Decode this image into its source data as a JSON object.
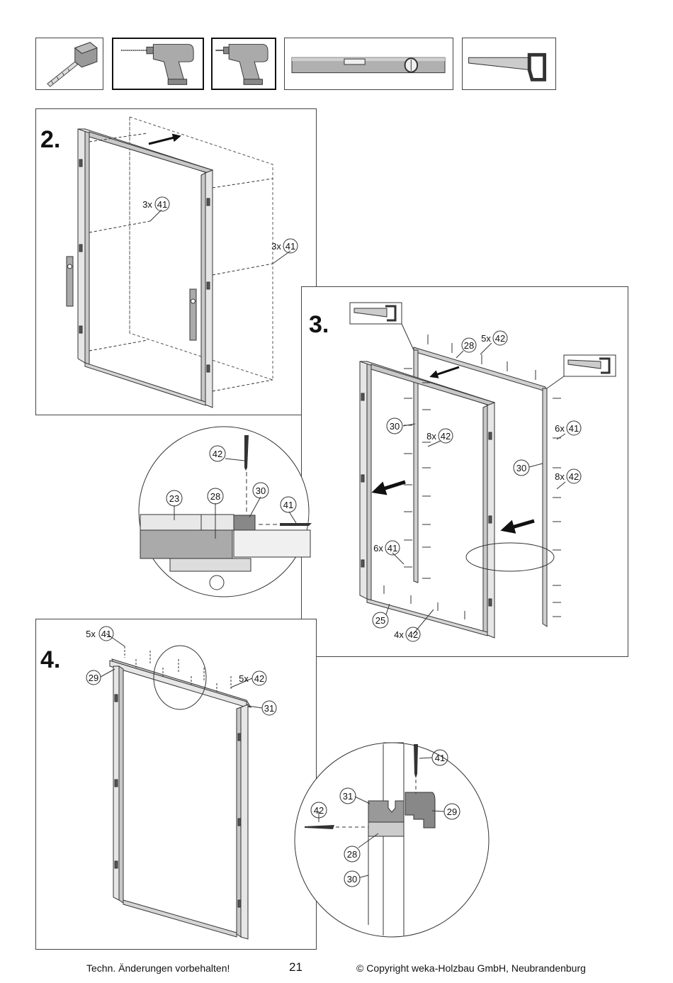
{
  "tools": [
    {
      "name": "tape-measure-icon"
    },
    {
      "name": "drill-icon"
    },
    {
      "name": "screwdriver-drill-icon"
    },
    {
      "name": "spirit-level-icon"
    },
    {
      "name": "hand-saw-icon"
    }
  ],
  "steps": {
    "s2": "2.",
    "s3": "3.",
    "s4": "4."
  },
  "callouts": {
    "c2a_prefix": "3x",
    "c2a_num": "41",
    "c2b_prefix": "3x",
    "c2b_num": "41",
    "d1_42": "42",
    "d1_23": "23",
    "d1_28": "28",
    "d1_30": "30",
    "d1_41": "41",
    "c3_28": "28",
    "c3_top_prefix": "5x",
    "c3_top_num": "42",
    "c3_30a": "30",
    "c3_8x_prefix": "8x",
    "c3_8x_num": "42",
    "c3_6x_prefix": "6x",
    "c3_6x_num": "41",
    "c3_30b": "30",
    "c3_8xb_prefix": "8x",
    "c3_8xb_num": "42",
    "c3_6xb_prefix": "6x",
    "c3_6xb_num": "41",
    "c3_25": "25",
    "c3_4x_prefix": "4x",
    "c3_4x_num": "42",
    "c4_5x41_prefix": "5x",
    "c4_5x41_num": "41",
    "c4_29": "29",
    "c4_5x42_prefix": "5x",
    "c4_5x42_num": "42",
    "c4_31": "31",
    "d2_41": "41",
    "d2_31": "31",
    "d2_42": "42",
    "d2_29": "29",
    "d2_28": "28",
    "d2_30": "30"
  },
  "footer": {
    "left": "Techn. Änderungen vorbehalten!",
    "page": "21",
    "right": "© Copyright weka-Holzbau GmbH, Neubrandenburg"
  }
}
